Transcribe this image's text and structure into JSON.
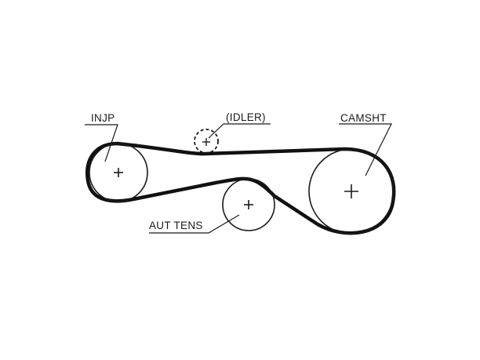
{
  "labels": {
    "injp": "INJP",
    "idler": "(IDLER)",
    "camsht": "CAMSHT",
    "aut_tens": "AUT TENS"
  },
  "colors": {
    "belt": "#111111",
    "pulley": "#1a1a1a",
    "background": "#ffffff"
  },
  "pulleys": [
    {
      "id": "injp",
      "label_key": "injp",
      "style": "solid"
    },
    {
      "id": "idler",
      "label_key": "idler",
      "style": "dashed"
    },
    {
      "id": "camsht",
      "label_key": "camsht",
      "style": "solid"
    },
    {
      "id": "aut_tens",
      "label_key": "aut_tens",
      "style": "solid"
    }
  ]
}
